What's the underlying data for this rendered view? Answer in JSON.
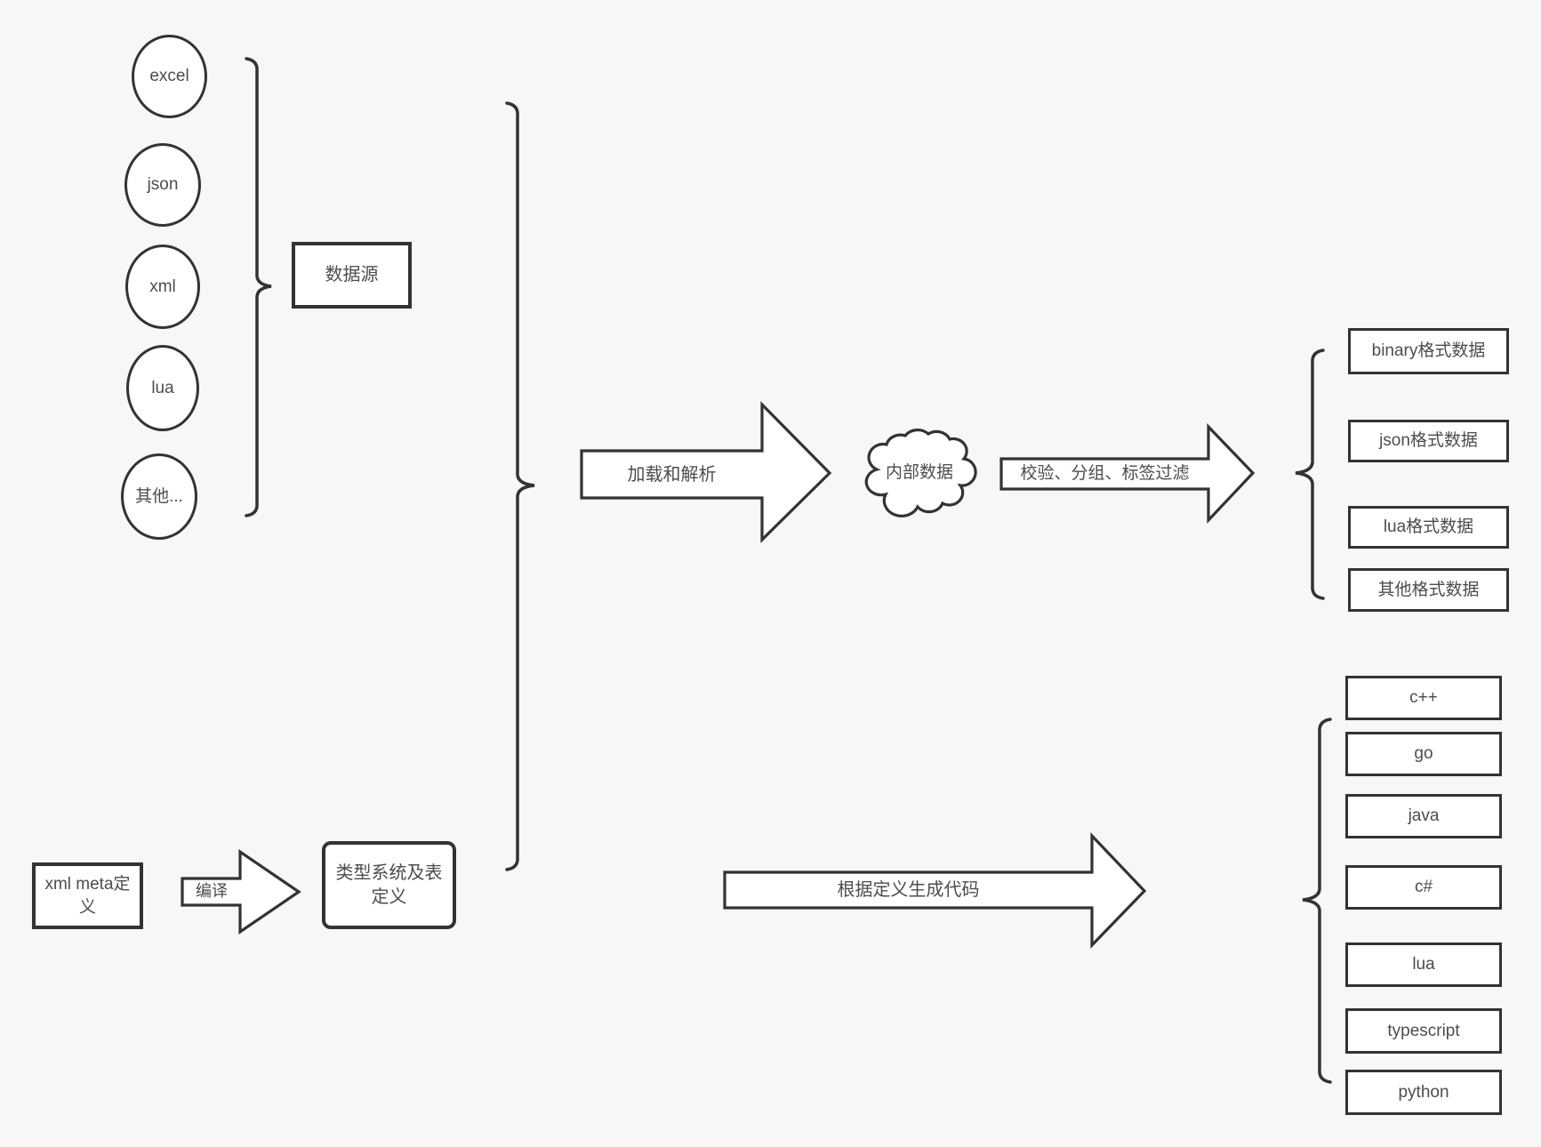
{
  "colors": {
    "background": "#f7f7f7",
    "stroke": "#333333",
    "shape_fill": "#ffffff",
    "text": "#4d4d4d"
  },
  "sources": {
    "items": [
      "excel",
      "json",
      "xml",
      "lua",
      "其他..."
    ],
    "group_label": "数据源"
  },
  "pipeline": {
    "load_arrow_label": "加载和解析",
    "cloud_label": "内部数据",
    "filter_arrow_label": "校验、分组、标签过滤",
    "formats": [
      "binary格式数据",
      "json格式数据",
      "lua格式数据",
      "其他格式数据"
    ]
  },
  "definition": {
    "meta_box_label": "xml meta定义",
    "compile_arrow_label": "编译",
    "type_system_box_label": "类型系统及表定义",
    "codegen_arrow_label": "根据定义生成代码",
    "languages": [
      "c++",
      "go",
      "java",
      "c#",
      "lua",
      "typescript",
      "python"
    ]
  }
}
